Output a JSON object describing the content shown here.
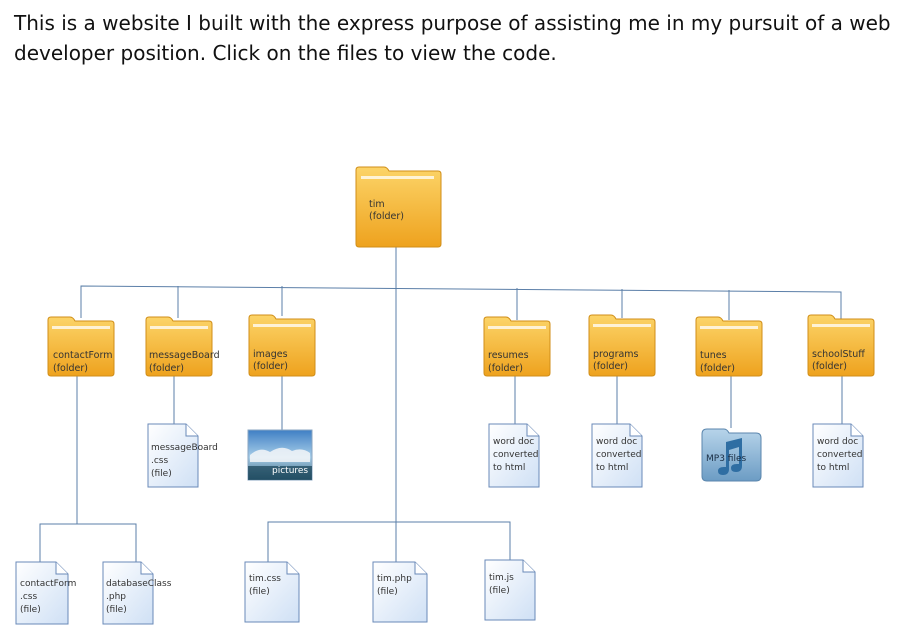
{
  "intro": "This is a website I built with the express purpose of assisting me in my pursuit of a web developer position.  Click on the files to view the code.",
  "colors": {
    "folder": "#f2ad2a",
    "folder_top": "#fbd469",
    "file_border": "#6a8ab8",
    "file_fill": "#eaf2fc",
    "line": "#5b7fa8"
  },
  "tree": {
    "root": {
      "name": "tim",
      "type": "(folder)"
    },
    "folders": [
      {
        "key": "contactForm",
        "name": "contactForm",
        "type": "(folder)"
      },
      {
        "key": "messageBoard",
        "name": "messageBoard",
        "type": "(folder)"
      },
      {
        "key": "images",
        "name": "images",
        "type": "(folder)"
      },
      {
        "key": "resumes",
        "name": "resumes",
        "type": "(folder)"
      },
      {
        "key": "programs",
        "name": "programs",
        "type": "(folder)"
      },
      {
        "key": "tunes",
        "name": "tunes",
        "type": "(folder)"
      },
      {
        "key": "schoolStuff",
        "name": "schoolStuff",
        "type": "(folder)"
      }
    ],
    "children": {
      "messageBoard_css": [
        "messageBoard",
        ".css",
        "(file)"
      ],
      "images_pictures": "pictures",
      "resumes_doc": [
        "word doc",
        "converted",
        "to html"
      ],
      "programs_doc": [
        "word doc",
        "converted",
        "to html"
      ],
      "tunes_mp3": "MP3 files",
      "schoolStuff_doc": [
        "word doc",
        "converted",
        "to html"
      ],
      "contactForm_css": [
        "contactForm",
        ".css",
        "(file)"
      ],
      "databaseClass_php": [
        "databaseClass",
        ".php",
        "(file)"
      ],
      "tim_css": [
        "tim.css",
        "(file)"
      ],
      "tim_php": [
        "tim.php",
        "(file)"
      ],
      "tim_js": [
        "tim.js",
        "(file)"
      ]
    }
  }
}
